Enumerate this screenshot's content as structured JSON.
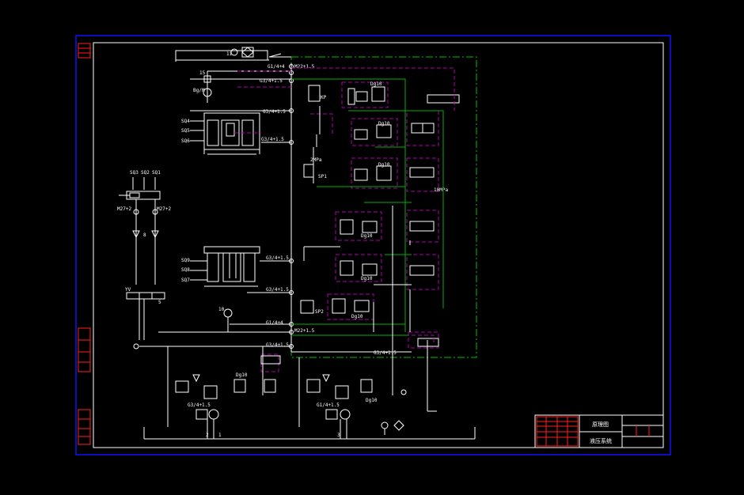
{
  "drawing": {
    "labels": {
      "f1": "1i",
      "fv": "Bg/M",
      "g1": "G1/4+4",
      "g2": "M22+1.5",
      "g3": "G3/4+1.5",
      "g4": "G3/4+1.5",
      "g5": "G3/4+1.5",
      "g6": "G3/4+1.5",
      "g7": "G3/4+1.5",
      "g8": "G1/4+4",
      "g9": "M22+1.5",
      "g10": "G3/4+1.5",
      "g11": "G3/4+1.5",
      "g12": "G3/4+1.5",
      "g13": "G1/4+1.5",
      "sq1": "SQ1",
      "sq2": "SQ2",
      "sq3": "SQ3",
      "sq4": "SQ4",
      "sq5": "SQ5",
      "sq6": "SQ6",
      "sq7": "SQ7",
      "sq8": "SQ8",
      "sq9": "SQ9",
      "m27a": "M27+2",
      "m27b": "M27+2",
      "n15": "15",
      "n10": "10",
      "n8": "8",
      "n5": "5",
      "n3": "3",
      "n1": "1",
      "n2": "2",
      "yv": "YV",
      "dg": "Dg10",
      "kp": "KP",
      "sp1": "SP1",
      "sp2": "SP2",
      "p1": "2MPa",
      "p2": "10MPa"
    },
    "title_block": {
      "name": "原理图",
      "subtitle": "液压系统"
    }
  }
}
